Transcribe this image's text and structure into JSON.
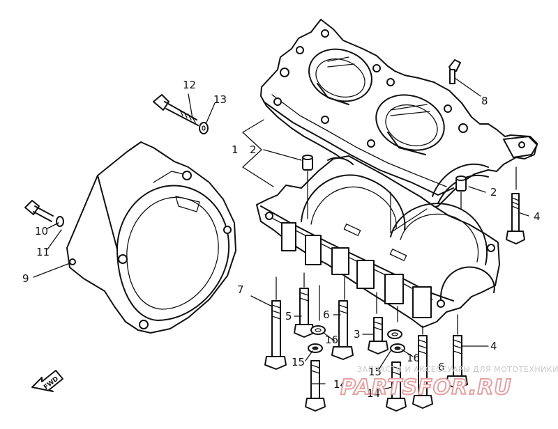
{
  "diagram": {
    "fwd_label": "FWD",
    "callouts": [
      {
        "id": "c1",
        "text": "1"
      },
      {
        "id": "c2a",
        "text": "2"
      },
      {
        "id": "c2b",
        "text": "2"
      },
      {
        "id": "c3",
        "text": "3"
      },
      {
        "id": "c4a",
        "text": "4"
      },
      {
        "id": "c4b",
        "text": "4"
      },
      {
        "id": "c5",
        "text": "5"
      },
      {
        "id": "c6a",
        "text": "6"
      },
      {
        "id": "c6b",
        "text": "6"
      },
      {
        "id": "c7",
        "text": "7"
      },
      {
        "id": "c8",
        "text": "8"
      },
      {
        "id": "c9",
        "text": "9"
      },
      {
        "id": "c10",
        "text": "10"
      },
      {
        "id": "c11",
        "text": "11"
      },
      {
        "id": "c12",
        "text": "12"
      },
      {
        "id": "c13",
        "text": "13"
      },
      {
        "id": "c14a",
        "text": "14"
      },
      {
        "id": "c14b",
        "text": "14"
      },
      {
        "id": "c15a",
        "text": "15"
      },
      {
        "id": "c15b",
        "text": "15"
      },
      {
        "id": "c16a",
        "text": "16"
      },
      {
        "id": "c16b",
        "text": "16"
      }
    ]
  },
  "watermark": {
    "caption": "ЗАПЧАСТИ И АКСЕССУАРЫ ДЛЯ МОТОТЕХНИКИ",
    "brand": "PARTSFOR.RU"
  }
}
